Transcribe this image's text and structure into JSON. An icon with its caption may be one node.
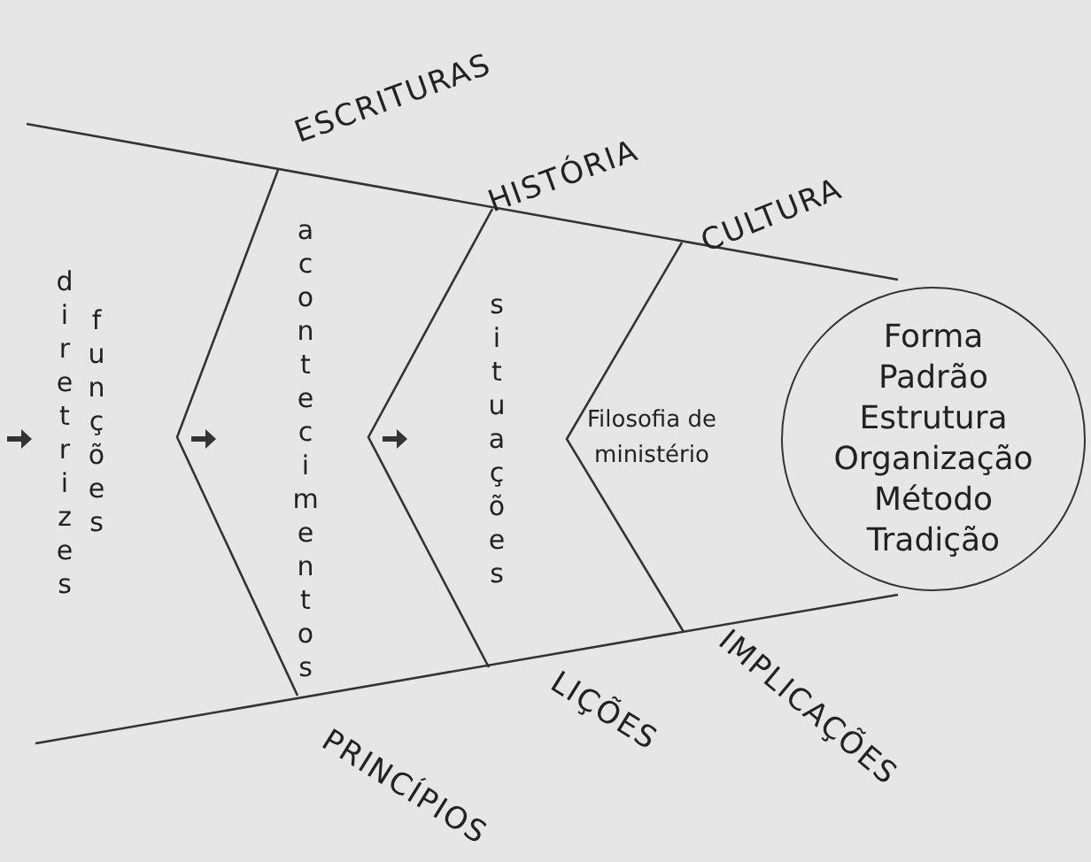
{
  "diagram": {
    "nodes": [
      {
        "text": [
          "Forma",
          "Padrão",
          "Estrutura",
          "Organização",
          "Método",
          "Tradição"
        ]
      }
    ],
    "labels": [
      "ESCRITURAS",
      "HISTÓRIA",
      "CULTURA",
      "diretrizes",
      "funções",
      "acontecimentos",
      "situações",
      "Filosofia de ministério",
      "PRINCÍPIOS",
      "LIÇÕES",
      "IMPLICAÇÕES"
    ]
  }
}
